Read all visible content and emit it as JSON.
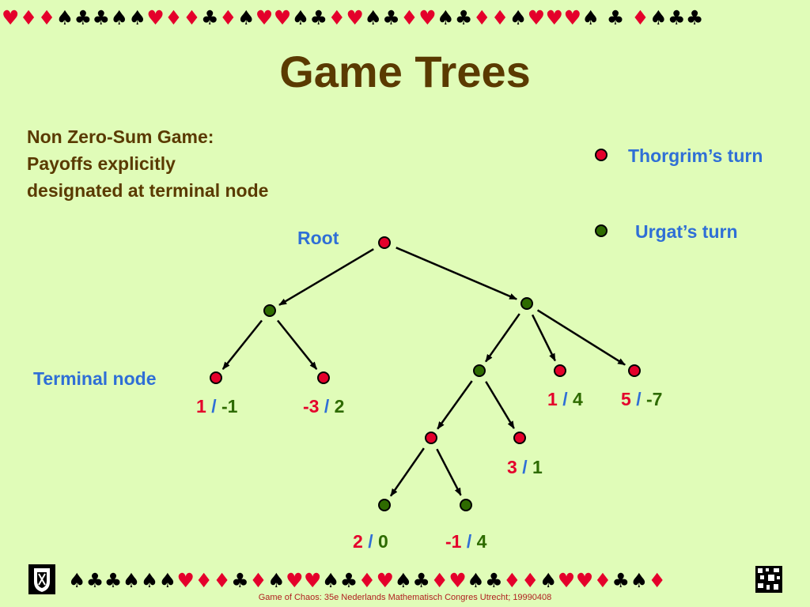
{
  "title": "Game Trees",
  "subtitle": {
    "line1": "Non Zero-Sum Game:",
    "line2": "Payoffs explicitly",
    "line3": "designated at terminal node"
  },
  "legend": {
    "thorgrim": {
      "label": "Thorgrim’s turn",
      "color": "#e4002b"
    },
    "urgat": {
      "label": "Urgat’s turn",
      "color": "#2e6b00"
    }
  },
  "labels": {
    "root": "Root",
    "terminal": "Terminal node"
  },
  "payoffs": [
    {
      "p1": "1",
      "p2": "-1"
    },
    {
      "p1": "-3",
      "p2": "2"
    },
    {
      "p1": "1",
      "p2": "4"
    },
    {
      "p1": "5",
      "p2": "-7"
    },
    {
      "p1": "3",
      "p2": "1"
    },
    {
      "p1": "2",
      "p2": "0"
    },
    {
      "p1": "-1",
      "p2": "4"
    }
  ],
  "payoff_separator": "/",
  "top_suits": "♥♦♦♠♣♣♠♠♥♦♦♣♦♠♥♥♠♣♦♥♠♣♦♥♠♣♦♦♠♥♥♥♠ ♣ ♦♠♣♣",
  "bottom_suits": "♠♣♣♠♠♠♥♦♦♣♦♠♥♥♠♣♦♥♠♣♦♥♠♣♦♦♠♥♥♦♣♠♦",
  "footer": "Game of Chaos:  35e Nederlands Mathematisch Congres Utrecht; 19990408",
  "colors": {
    "background": "#e0fcb8",
    "title": "#5a3a00",
    "blue": "#2f6fd6",
    "red": "#e4002b",
    "green": "#2e6b00"
  }
}
